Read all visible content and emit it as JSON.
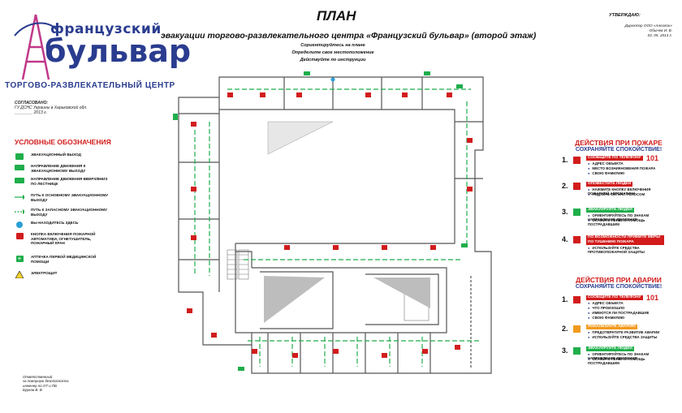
{
  "logo": {
    "line1": "французский",
    "line2": "бульвар",
    "subtitle": "ТОРГОВО-РАЗВЛЕКАТЕЛЬНЫЙ ЦЕНТР"
  },
  "agreed": {
    "label": "СОГЛАСОВАНО:",
    "org": "ГУ ДСНС Украины в Харьковской обл.",
    "date": "________ 2013 г."
  },
  "header": {
    "title": "ПЛАН",
    "subtitle": "эвакуации торгово-развлекательного центра «Французский бульвар» (второй этаж)",
    "instructions": [
      "Сориентируйтесь на плане",
      "Определите свое местоположение",
      "Действуйте по инструкции"
    ]
  },
  "approve": {
    "label": "УТВЕРЖДАЮ:",
    "position": "Директор ООО «Ансолон»",
    "name": "Обычев И. В.",
    "date": "03.   05.   2013 г."
  },
  "legend": {
    "title": "УСЛОВНЫЕ ОБОЗНАЧЕНИЯ",
    "items": [
      {
        "icon": "exit-icon",
        "text": "ЭВАКУАЦИОННЫЙ ВЫХОД"
      },
      {
        "icon": "exit-direction-icon",
        "text": "НАПРАВЛЕНИЕ ДВИЖЕНИЯ К ЭВАКУАЦИОННОМУ ВЫХОДУ"
      },
      {
        "icon": "stairs-up-icon",
        "text": "НАПРАВЛЕНИЕ ДВИЖЕНИЯ ВВЕРХ/ВНИЗ ПО ЛЕСТНИЦЕ"
      },
      {
        "icon": "main-route-arrow-icon",
        "text": "ПУТЬ К ОСНОВНОМУ ЭВАКУАЦИОННОМУ ВЫХОДУ"
      },
      {
        "icon": "spare-route-arrow-icon",
        "text": "ПУТЬ К ЗАПАСНОМУ ЭВАКУАЦИОННОМУ ВЫХОДУ"
      },
      {
        "icon": "you-are-here-icon",
        "text": "ВЫ НАХОДИТЕСЬ ЗДЕСЬ"
      },
      {
        "icon": "fire-button-icon",
        "text": "КНОПКА ВКЛЮЧЕНИЯ ПОЖАРНОЙ АВТОМАТИКИ, ОГНЕТУШИТЕЛЬ, ПОЖАРНЫЙ КРАН"
      },
      {
        "icon": "first-aid-icon",
        "text": "АПТЕЧКА ПЕРВОЙ МЕДИЦИНСКОЙ ПОМОЩИ"
      },
      {
        "icon": "electric-hazard-icon",
        "text": "ЭЛЕКТРОЩИТ"
      }
    ]
  },
  "fire": {
    "title": "ДЕЙСТВИЯ ПРИ ПОЖАРЕ",
    "subtitle": "СОХРАНЯЙТЕ СПОКОЙСТВИЕ!",
    "steps": [
      {
        "num": "1.",
        "head": "СООБЩИТЕ ПО ТЕЛЕФОНУ",
        "phone": "101",
        "items": [
          "АДРЕС ОБЪЕКТА",
          "МЕСТО ВОЗНИКНОВЕНИЯ ПОЖАРА",
          "СВОЮ ФАМИЛИЮ"
        ]
      },
      {
        "num": "2.",
        "head": "ОПОВЕСТИТЕ ЛЮДЕЙ",
        "items": [
          "НАЖМИТЕ КНОПКУ ВКЛЮЧЕНИЯ ПОЖАРНОЙ АВТОМАТИКИ",
          "ПОДАЙТЕ СИГНАЛ ГОЛОСОМ"
        ]
      },
      {
        "num": "3.",
        "head": "ЭВАКУИРУЙТЕ ЛЮДЕЙ",
        "items": [
          "ОРИЕНТИРУЙТЕСЬ ПО ЗНАКАМ НАПРАВЛЕНИЯ ДВИЖЕНИЯ",
          "ОКАЖИТЕ ПЕРВУЮ ПОМОЩЬ ПОСТРАДАВШИМ"
        ]
      },
      {
        "num": "4.",
        "head": "ПО ВОЗМОЖНОСТИ ПРИМИТЕ МЕРЫ ПО ТУШЕНИЮ ПОЖАРА",
        "items": [
          "ИСПОЛЬЗУЙТЕ СРЕДСТВА ПРОТИВОПОЖАРНОЙ ЗАЩИТЫ"
        ]
      }
    ]
  },
  "accident": {
    "title": "ДЕЙСТВИЯ ПРИ АВАРИИ",
    "subtitle": "СОХРАНЯЙТЕ СПОКОЙСТВИЕ!",
    "steps": [
      {
        "num": "1.",
        "head": "СООБЩИТЕ ПО ТЕЛЕФОНУ",
        "phone": "101",
        "items": [
          "АДРЕС ОБЪЕКТА",
          "ЧТО ПРОИЗОШЛО",
          "ИМЕЮТСЯ ЛИ ПОСТРАДАВШИЕ",
          "СВОЮ ФАМИЛИЮ"
        ]
      },
      {
        "num": "2.",
        "head": "ЛОКАЛИЗУЙТЕ АВАРИЮ",
        "items": [
          "ПРЕДОТВРАТИТЕ РАЗВИТИЕ АВАРИИ",
          "ИСПОЛЬЗУЙТЕ СРЕДСТВА ЗАЩИТЫ"
        ]
      },
      {
        "num": "3.",
        "head": "ЭВАКУИРУЙТЕ ЛЮДЕЙ",
        "items": [
          "ОРИЕНТИРУЙТЕСЬ ПО ЗНАКАМ НАПРАВЛЕНИЯ ДВИЖЕНИЯ",
          "ОКАЖИТЕ ПЕРВУЮ ПОМОЩЬ ПОСТРАДАВШИМ"
        ]
      }
    ]
  },
  "responsible": {
    "lines": [
      "Ответственный",
      "за пожарную безопасность",
      "инженер по ОТ и ПБ",
      "Бурков В. В."
    ]
  },
  "colors": {
    "red": "#d21c1c",
    "green": "#1fae4b",
    "blue": "#2a3c8f",
    "orange": "#f39a1e"
  }
}
